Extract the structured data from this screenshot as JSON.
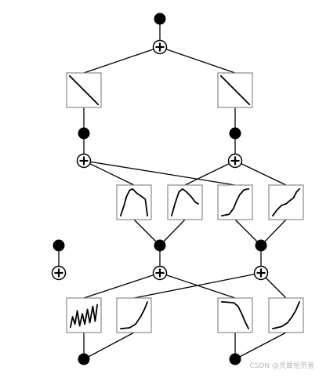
{
  "watermark": "CSDN @灵犀拾荒者",
  "diagram": {
    "nodes": [
      {
        "id": "out",
        "kind": "neuron"
      },
      {
        "id": "sum_top",
        "kind": "sum"
      },
      {
        "id": "fn_top_l",
        "kind": "function",
        "curve": "linear-down"
      },
      {
        "id": "fn_top_r",
        "kind": "function",
        "curve": "linear-down"
      },
      {
        "id": "n2a",
        "kind": "neuron"
      },
      {
        "id": "n2b",
        "kind": "neuron"
      },
      {
        "id": "sum2a",
        "kind": "sum"
      },
      {
        "id": "sum2b",
        "kind": "sum"
      },
      {
        "id": "fn2_1",
        "kind": "function",
        "curve": "bump"
      },
      {
        "id": "fn2_2",
        "kind": "function",
        "curve": "bump-wide"
      },
      {
        "id": "fn2_3",
        "kind": "function",
        "curve": "sigmoid"
      },
      {
        "id": "fn2_4",
        "kind": "function",
        "curve": "sigmoid-wavy"
      },
      {
        "id": "n1a",
        "kind": "neuron"
      },
      {
        "id": "n1b",
        "kind": "neuron"
      },
      {
        "id": "n1c",
        "kind": "neuron"
      },
      {
        "id": "sum1a",
        "kind": "sum"
      },
      {
        "id": "sum1b",
        "kind": "sum"
      },
      {
        "id": "sum1c",
        "kind": "sum"
      },
      {
        "id": "fn1_1",
        "kind": "function",
        "curve": "oscillating"
      },
      {
        "id": "fn1_2",
        "kind": "function",
        "curve": "convex-up"
      },
      {
        "id": "fn1_3",
        "kind": "function",
        "curve": "plateau-drop"
      },
      {
        "id": "fn1_4",
        "kind": "function",
        "curve": "convex-up-2"
      },
      {
        "id": "in1",
        "kind": "neuron"
      },
      {
        "id": "in2",
        "kind": "neuron"
      }
    ],
    "edges": [
      [
        "out",
        "sum_top"
      ],
      [
        "sum_top",
        "fn_top_l"
      ],
      [
        "sum_top",
        "fn_top_r"
      ],
      [
        "fn_top_l",
        "n2a"
      ],
      [
        "fn_top_r",
        "n2b"
      ],
      [
        "n2a",
        "sum2a"
      ],
      [
        "n2b",
        "sum2b"
      ],
      [
        "sum2a",
        "fn2_1"
      ],
      [
        "sum2a",
        "fn2_3"
      ],
      [
        "sum2b",
        "fn2_2"
      ],
      [
        "sum2b",
        "fn2_4"
      ],
      [
        "fn2_1",
        "n1a"
      ],
      [
        "fn2_2",
        "n1a"
      ],
      [
        "fn2_3",
        "n1b"
      ],
      [
        "fn2_4",
        "n1b"
      ],
      [
        "n1a",
        "sum1a"
      ],
      [
        "n1b",
        "sum1b"
      ],
      [
        "n1c",
        "sum1c"
      ],
      [
        "sum1a",
        "fn1_1"
      ],
      [
        "sum1a",
        "fn1_3"
      ],
      [
        "sum1b",
        "fn1_2"
      ],
      [
        "sum1b",
        "fn1_4"
      ],
      [
        "fn1_1",
        "in1"
      ],
      [
        "fn1_2",
        "in1"
      ],
      [
        "fn1_3",
        "in2"
      ],
      [
        "fn1_4",
        "in2"
      ]
    ]
  }
}
